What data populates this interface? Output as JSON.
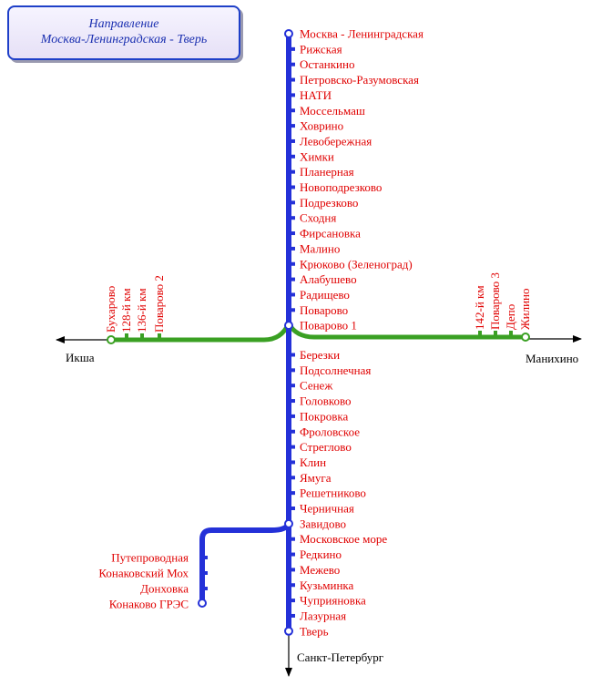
{
  "title": {
    "line1": "Направление",
    "line2": "Москва-Ленинградская - Тверь"
  },
  "colors": {
    "main_line": "#2431d8",
    "branch_line": "#3aa023",
    "station_text": "#e00000",
    "title_text": "#1a2fb0"
  },
  "main_line": {
    "stations": [
      "Москва - Ленинградская",
      "Рижская",
      "Останкино",
      "Петровско-Разумовская",
      "НАТИ",
      "Моссельмаш",
      "Ховрино",
      "Левобережная",
      "Химки",
      "Планерная",
      "Новоподрезково",
      "Подрезково",
      "Сходня",
      "Фирсановка",
      "Малино",
      "Крюково (Зеленоград)",
      "Алабушево",
      "Радищево",
      "Поварово",
      "Поварово 1",
      "Березки",
      "Подсолнечная",
      "Сенеж",
      "Головково",
      "Покровка",
      "Фроловское",
      "Стреглово",
      "Клин",
      "Ямуга",
      "Решетниково",
      "Черничная",
      "Завидово",
      "Московское море",
      "Редкино",
      "Межево",
      "Кузьминка",
      "Чуприяновка",
      "Лазурная",
      "Тверь"
    ]
  },
  "konakovo_branch": {
    "stations": [
      "Путепроводная",
      "Конаковский Мох",
      "Донховка",
      "Конаково ГРЭС"
    ]
  },
  "ring_west": {
    "stations": [
      "Бухарово",
      "128-й км",
      "136-й км",
      "Поварово 2"
    ]
  },
  "ring_east": {
    "stations": [
      "142-й км",
      "Поварово 3",
      "Депо",
      "Жилино"
    ]
  },
  "directions": {
    "west": "Икша",
    "east": "Манихино",
    "south": "Санкт-Петербург"
  }
}
